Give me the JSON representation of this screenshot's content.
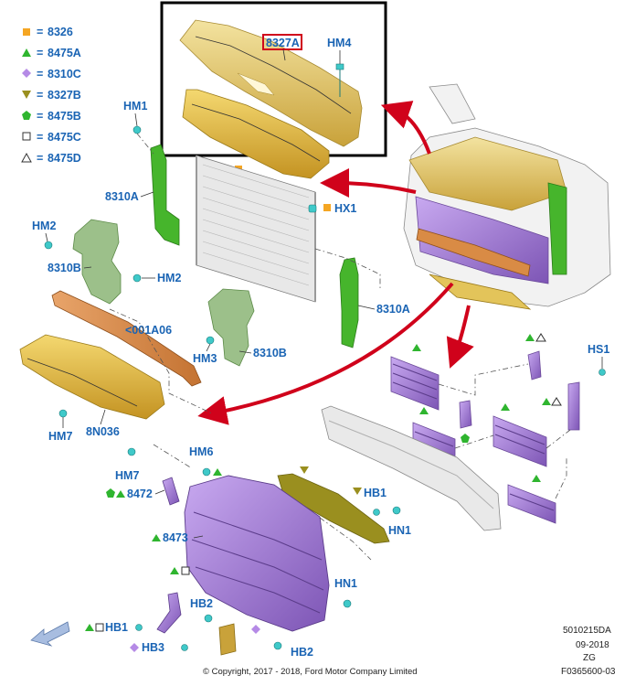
{
  "legend": [
    {
      "symbol": "orange-square-icon",
      "code": "8326"
    },
    {
      "symbol": "green-triangle-icon",
      "code": "8475A"
    },
    {
      "symbol": "purple-diamond-icon",
      "code": "8310C"
    },
    {
      "symbol": "olive-down-triangle-icon",
      "code": "8327B"
    },
    {
      "symbol": "green-pentagon-icon",
      "code": "8475B"
    },
    {
      "symbol": "white-square-icon",
      "code": "8475C"
    },
    {
      "symbol": "white-triangle-icon",
      "code": "8475D"
    }
  ],
  "legend_eq": "=",
  "labels": {
    "hm1": "HM1",
    "hm4": "HM4",
    "p8327a": "8327A",
    "hx1": "HX1",
    "p8310a_l": "8310A",
    "p8310a_r": "8310A",
    "hm2_a": "HM2",
    "hm2_b": "HM2",
    "p8310b_l": "8310B",
    "p8310b_r": "8310B",
    "p001a06": "<001A06",
    "hm3": "HM3",
    "hm7_a": "HM7",
    "p8n036": "8N036",
    "hs1": "HS1",
    "hm6": "HM6",
    "hm7_b": "HM7",
    "p8472": "8472",
    "hb1_a": "HB1",
    "hn1_a": "HN1",
    "p8473": "8473",
    "hb2_a": "HB2",
    "hn1_b": "HN1",
    "hb1_b": "HB1",
    "hb3": "HB3",
    "hb2_b": "HB2"
  },
  "reference": {
    "line1": "5010215DA",
    "line2": "09-2018",
    "line3": "ZG",
    "line4": "F0365600-03"
  },
  "copyright": "© Copyright, 2017 - 2018, Ford Motor Company Limited",
  "colors": {
    "label": "#1a64b4",
    "highlight_box": "#d0021b",
    "callout_arrow": "#d0021b",
    "yellow_part": "#e3c45a",
    "green_part": "#46b52c",
    "green_pale": "#9cc08a",
    "orange_part": "#d98b45",
    "purple_part": "#9d76cf",
    "orange_marker": "#f5a623",
    "green_marker": "#2fb52f",
    "purple_marker": "#b58ae6",
    "olive_marker": "#9a8f1f"
  }
}
